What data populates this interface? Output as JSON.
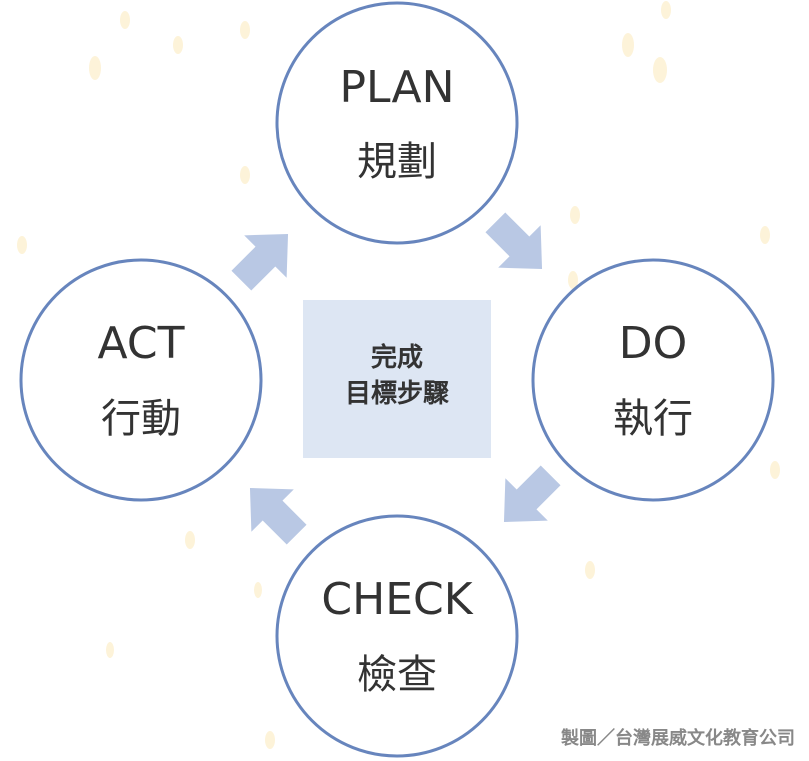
{
  "center": {
    "line1": "完成",
    "line2": "目標步驟"
  },
  "nodes": [
    {
      "id": "plan",
      "en": "PLAN",
      "zh": "規劃"
    },
    {
      "id": "do",
      "en": "DO",
      "zh": "執行"
    },
    {
      "id": "check",
      "en": "CHECK",
      "zh": "檢查"
    },
    {
      "id": "act",
      "en": "ACT",
      "zh": "行動"
    }
  ],
  "credit": "製圖／台灣展威文化教育公司",
  "colors": {
    "circle_stroke": "#6785bd",
    "arrow": "#b9c8e4",
    "center_fill": "#dde6f3",
    "dots": "#fdf3d9"
  }
}
